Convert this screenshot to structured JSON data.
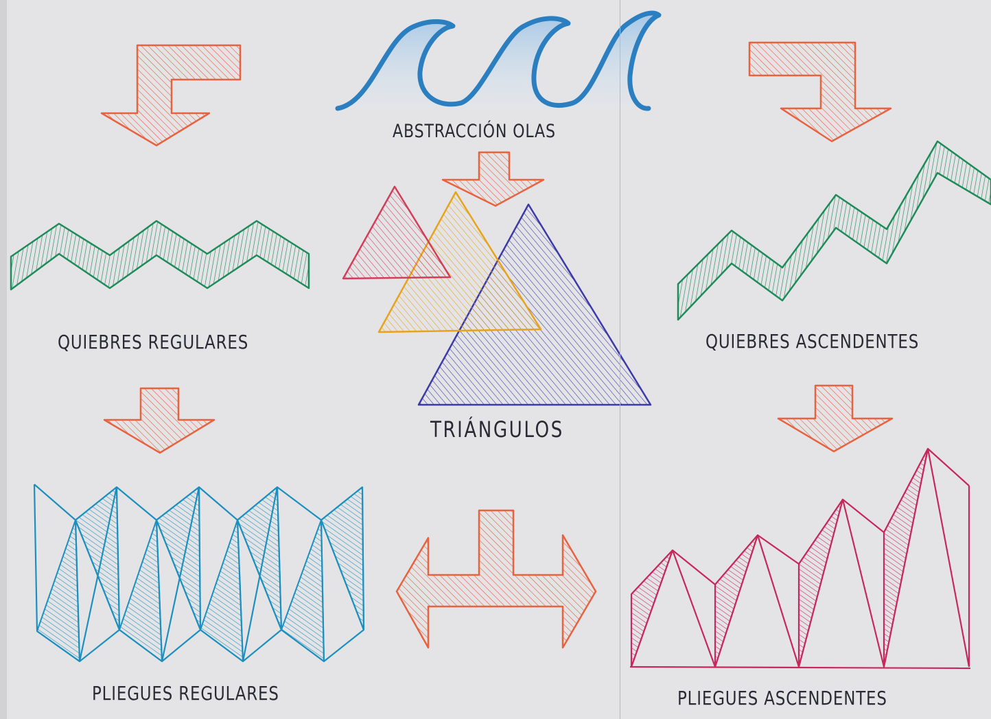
{
  "labels": {
    "waves": "ABSTRACCIÓN OLAS",
    "triangles": "TRIÁNGULOS",
    "regular_breaks": "QUIEBRES REGULARES",
    "ascending_breaks": "QUIEBRES ASCENDENTES",
    "regular_folds": "PLIEGUES REGULARES",
    "ascending_folds": "PLIEGUES ASCENDENTES"
  },
  "colors": {
    "arrow": "#e8623f",
    "green": "#1f8a5a",
    "wave_blue": "#2b7fc0",
    "tri_red": "#d23d5a",
    "tri_yellow": "#e8a21c",
    "tri_blue": "#3c3aa8",
    "fold_blue": "#1c8fbf",
    "fold_magenta": "#c7285c"
  },
  "icons": {
    "arrows": "hatched-arrow-icon",
    "waves": "wave-icon"
  }
}
